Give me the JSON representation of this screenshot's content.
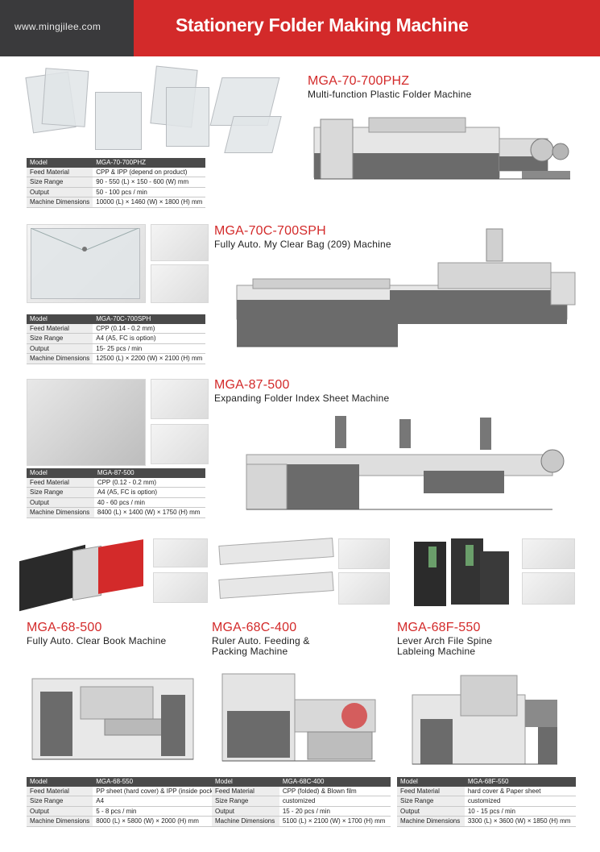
{
  "header": {
    "website": "www.mingjilee.com",
    "title": "Stationery Folder Making Machine"
  },
  "colors": {
    "accent": "#d32a2a",
    "header_dark": "#3a3a3c",
    "table_head": "#4a4a4a"
  },
  "machines": [
    {
      "model": "MGA-70-700PHZ",
      "description": "Multi-function Plastic Folder Machine",
      "specs": [
        [
          "Model",
          "MGA-70-700PHZ"
        ],
        [
          "Feed Material",
          "CPP & IPP (depend on product)"
        ],
        [
          "Size Range",
          "90 - 550 (L) × 150 - 600 (W) mm"
        ],
        [
          "Output",
          "50 - 100 pcs / min"
        ],
        [
          "Machine Dimensions",
          "10000 (L) × 1460 (W) × 1800 (H) mm"
        ]
      ]
    },
    {
      "model": "MGA-70C-700SPH",
      "description": "Fully Auto. My Clear Bag (209) Machine",
      "specs": [
        [
          "Model",
          "MGA-70C-700SPH"
        ],
        [
          "Feed Material",
          "CPP (0.14 - 0.2 mm)"
        ],
        [
          "Size Range",
          "A4 (A5, FC is option)"
        ],
        [
          "Output",
          "15- 25 pcs / min"
        ],
        [
          "Machine Dimensions",
          "12500 (L) × 2200 (W) × 2100 (H) mm"
        ]
      ]
    },
    {
      "model": "MGA-87-500",
      "description": "Expanding Folder Index Sheet Machine",
      "specs": [
        [
          "Model",
          "MGA-87-500"
        ],
        [
          "Feed Material",
          "CPP (0.12 - 0.2 mm)"
        ],
        [
          "Size Range",
          "A4 (A5, FC is option)"
        ],
        [
          "Output",
          "40 - 60 pcs / min"
        ],
        [
          "Machine Dimensions",
          "8400 (L) × 1400 (W) × 1750 (H) mm"
        ]
      ]
    },
    {
      "model": "MGA-68-500",
      "description": "Fully Auto. Clear Book Machine",
      "specs": [
        [
          "Model",
          "MGA-68-550"
        ],
        [
          "Feed Material",
          "PP sheet (hard cover) & IPP (inside pocket)"
        ],
        [
          "Size Range",
          "A4"
        ],
        [
          "Output",
          "5 - 8 pcs / min"
        ],
        [
          "Machine Dimensions",
          "8000 (L) × 5800 (W) × 2000 (H) mm"
        ]
      ]
    },
    {
      "model": "MGA-68C-400",
      "description_lines": [
        "Ruler Auto. Feeding &",
        "Packing Machine"
      ],
      "specs": [
        [
          "Model",
          "MGA-68C-400"
        ],
        [
          "Feed Material",
          "CPP (folded) & Blown film"
        ],
        [
          "Size Range",
          "customized"
        ],
        [
          "Output",
          "15 - 20 pcs / min"
        ],
        [
          "Machine Dimensions",
          "5100 (L) × 2100 (W) × 1700 (H) mm"
        ]
      ]
    },
    {
      "model": "MGA-68F-550",
      "description_lines": [
        "Lever Arch File Spine",
        "Lableing Machine"
      ],
      "specs": [
        [
          "Model",
          "MGA-68F-550"
        ],
        [
          "Feed Material",
          "hard cover & Paper sheet"
        ],
        [
          "Size Range",
          "customized"
        ],
        [
          "Output",
          "10 - 15 pcs / min"
        ],
        [
          "Machine Dimensions",
          "3300 (L) × 3600 (W) × 1850 (H) mm"
        ]
      ]
    }
  ]
}
